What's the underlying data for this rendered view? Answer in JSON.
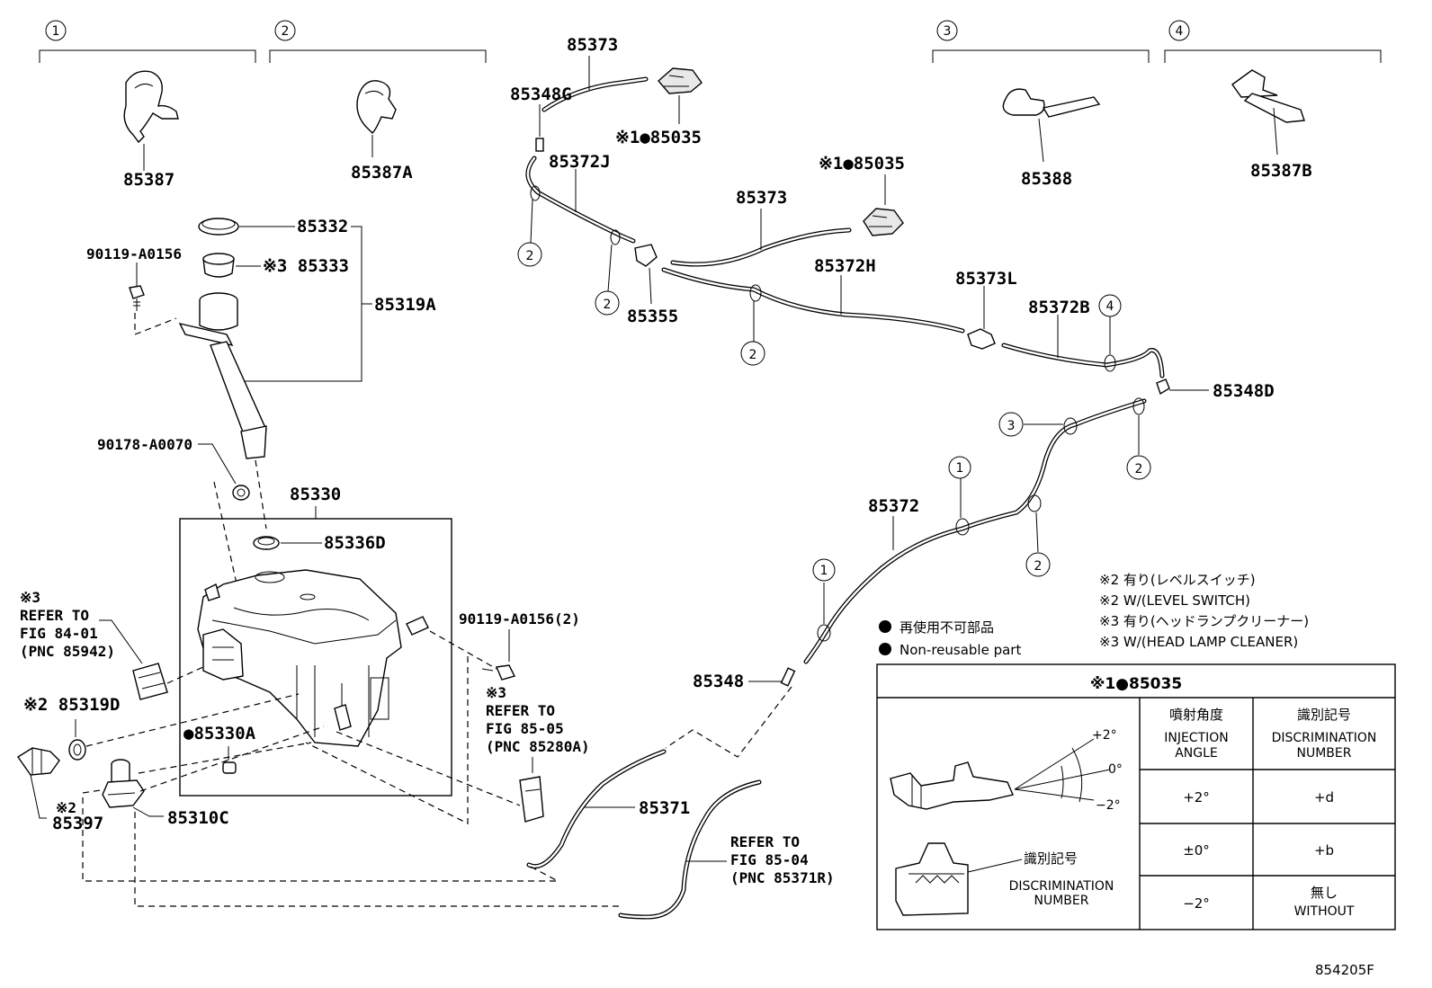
{
  "figure_code": "854205F",
  "groups": [
    {
      "num": "1",
      "part": "85387"
    },
    {
      "num": "2",
      "part": "85387A"
    },
    {
      "num": "3",
      "part": "85388"
    },
    {
      "num": "4",
      "part": "85387B"
    }
  ],
  "labels": {
    "p85373_top": "85373",
    "p85348G": "85348G",
    "p85035_a": "※1●85035",
    "p85372J": "85372J",
    "p85035_b": "※1●85035",
    "p85373_mid": "85373",
    "p85372H": "85372H",
    "p85373L": "85373L",
    "p85372B": "85372B",
    "p85348D": "85348D",
    "p85355": "85355",
    "p85372": "85372",
    "p85348": "85348",
    "p85371": "85371",
    "p85332": "85332",
    "p85333": "※3 85333",
    "p85319A": "85319A",
    "p90119_a": "90119-A0156",
    "p90178": "90178-A0070",
    "p85330": "85330",
    "p85336D": "85336D",
    "p85330A": "●85330A",
    "p85319D": "※2 85319D",
    "p85397_mark": "※2",
    "p85397": "85397",
    "p85310C": "85310C",
    "p90119_b": "90119-A0156(2)"
  },
  "refs": {
    "r84": [
      "※3",
      "REFER TO",
      "FIG 84-01",
      "(PNC 85942)"
    ],
    "r8505": [
      "※3",
      "REFER TO",
      "FIG 85-05",
      "(PNC 85280A)"
    ],
    "r8504": [
      "REFER TO",
      "FIG 85-04",
      "(PNC 85371R)"
    ]
  },
  "notes": {
    "n1": "※2 有り(レベルスイッチ)",
    "n2": "※2 W/(LEVEL SWITCH)",
    "n3": "※3 有り(ヘッドランプクリーナー)",
    "n4": "※3 W/(HEAD LAMP CLEANER)",
    "legend_jp": "再使用不可部品",
    "legend_en": "Non-reusable part"
  },
  "callouts": [
    "2",
    "2",
    "2",
    "4",
    "3",
    "2",
    "1",
    "2",
    "1"
  ],
  "table": {
    "title": "※1●85035",
    "col1_jp": "噴射角度",
    "col1_en": [
      "INJECTION",
      "ANGLE"
    ],
    "col2_jp": "識別記号",
    "col2_en": [
      "DISCRIMINATION",
      "NUMBER"
    ],
    "rows": [
      {
        "angle": "+2°",
        "disc": "+d"
      },
      {
        "angle": "±0°",
        "disc": "+b"
      },
      {
        "angle": "−2°",
        "disc_jp": "無し",
        "disc_en": "WITHOUT"
      }
    ],
    "angle_marks": [
      "+2°",
      "0°",
      "−2°"
    ],
    "disc_label_jp": "識別記号",
    "disc_label_en": [
      "DISCRIMINATION",
      "NUMBER"
    ]
  }
}
